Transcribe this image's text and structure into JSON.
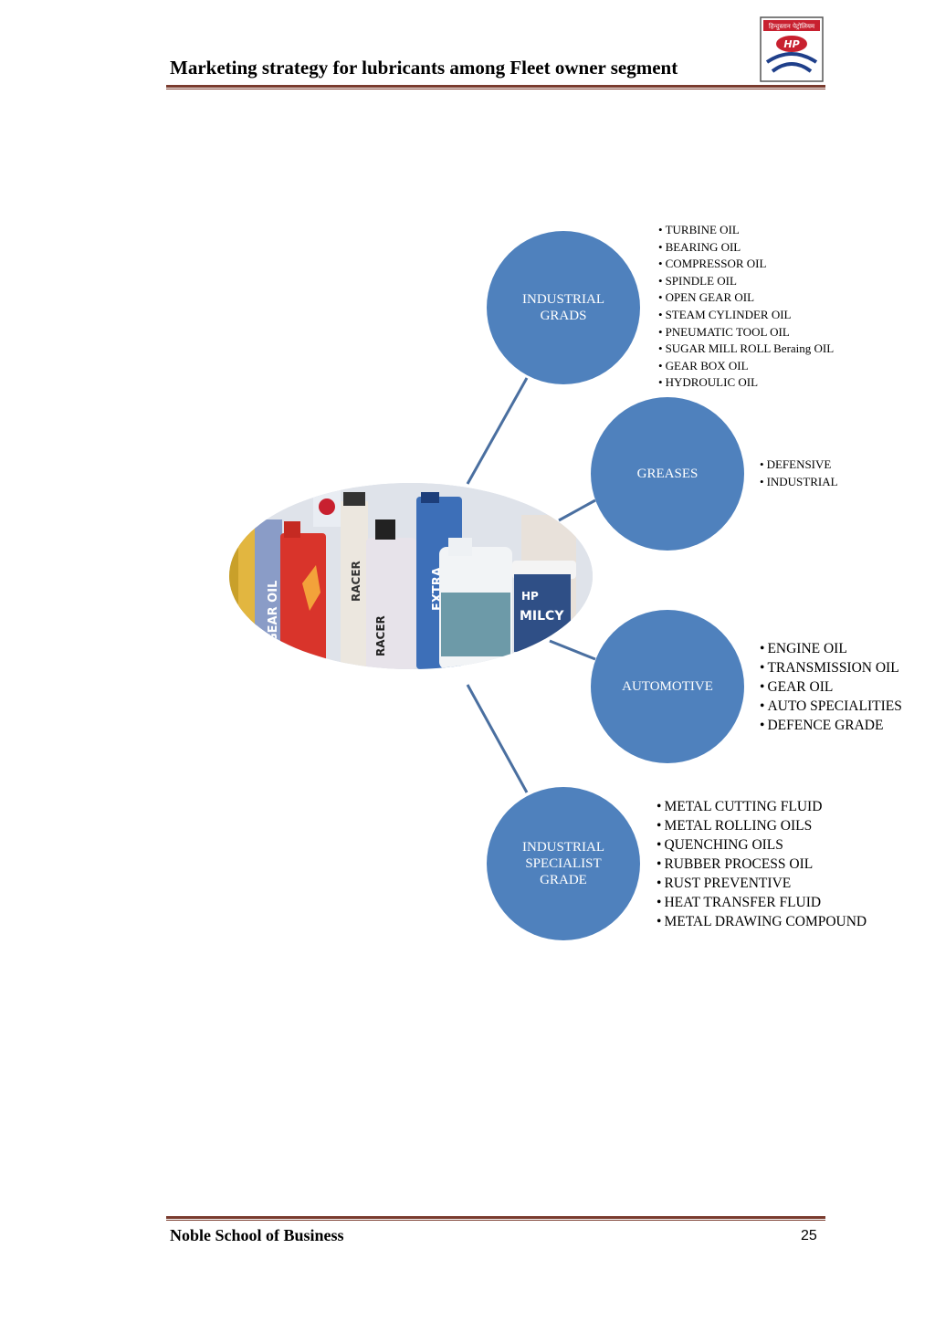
{
  "header": {
    "title": "Marketing strategy for lubricants among Fleet owner segment",
    "logo_text": "HP",
    "logo_hindi": "हिन्दुस्तान पेट्रोलियम"
  },
  "diagram": {
    "center_image": {
      "labels": [
        "GEAR OIL",
        "RACER",
        "RACER",
        "EXTRA",
        "HP",
        "MILCY"
      ]
    },
    "nodes": [
      {
        "label": "INDUSTRIAL\nGRADS",
        "items": [
          "TURBINE OIL",
          "BEARING OIL",
          "COMPRESSOR OIL",
          "SPINDLE OIL",
          "OPEN GEAR OIL",
          "STEAM CYLINDER OIL",
          "PNEUMATIC TOOL OIL",
          "SUGAR MILL ROLL Beraing OIL",
          "GEAR BOX OIL",
          "HYDROULIC OIL"
        ]
      },
      {
        "label": "GREASES",
        "items": [
          "DEFENSIVE",
          "INDUSTRIAL"
        ]
      },
      {
        "label": "AUTOMOTIVE",
        "items": [
          "ENGINE OIL",
          "TRANSMISSION OIL",
          "GEAR OIL",
          "AUTO SPECIALITIES",
          "DEFENCE GRADE"
        ]
      },
      {
        "label": "INDUSTRIAL\nSPECIALIST\nGRADE",
        "items": [
          "METAL CUTTING FLUID",
          "METAL ROLLING OILS",
          "QUENCHING OILS",
          "RUBBER PROCESS OIL",
          "RUST PREVENTIVE",
          "HEAT TRANSFER FLUID",
          "METAL DRAWING COMPOUND"
        ]
      }
    ],
    "colors": {
      "node": "#4f81bd",
      "connector": "#4a6fa0"
    }
  },
  "footer": {
    "school": "Noble School of Business",
    "page_number": "25"
  }
}
